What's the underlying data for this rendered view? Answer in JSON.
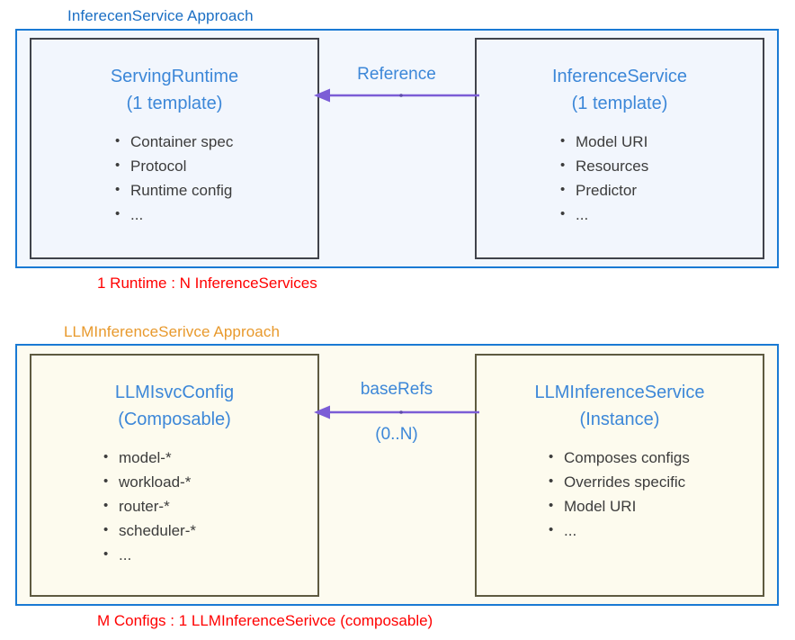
{
  "diagram": {
    "sections": [
      {
        "id": "inferenceservice-approach",
        "title": "InferecenService Approach",
        "title_color": "#1B6FC4",
        "frame_color": "#1A7AD4",
        "fill_color": "#F3F7FD",
        "left_box": {
          "name": "ServingRuntime",
          "subtitle": "(1 template)",
          "bullets": [
            "Container spec",
            "Protocol",
            "Runtime config",
            "..."
          ]
        },
        "right_box": {
          "name": "InferenceService",
          "subtitle": "(1 template)",
          "bullets": [
            "Model URI",
            "Resources",
            "Predictor",
            "..."
          ]
        },
        "relation": {
          "label": "Reference",
          "cardinality": "",
          "direction": "right-to-left",
          "color": "#7B5DD6"
        },
        "caption": "1 Runtime : N InferenceServices",
        "caption_color": "#FF0000"
      },
      {
        "id": "llminferenceservice-approach",
        "title": "LLMInferenceSerivce Approach",
        "title_color": "#E8992C",
        "frame_color": "#1A7AD4",
        "fill_color": "#FDFBF0",
        "left_box": {
          "name": "LLMIsvcConfig",
          "subtitle": "(Composable)",
          "bullets": [
            "model-*",
            "workload-*",
            "router-*",
            "scheduler-*",
            "..."
          ]
        },
        "right_box": {
          "name": "LLMInferenceService",
          "subtitle": "(Instance)",
          "bullets": [
            "Composes configs",
            "Overrides specific",
            "Model URI",
            "..."
          ]
        },
        "relation": {
          "label": "baseRefs",
          "cardinality": "(0..N)",
          "direction": "right-to-left",
          "color": "#7B5DD6"
        },
        "caption": "M Configs : 1 LLMInferenceSerivce (composable)",
        "caption_color": "#FF0000"
      }
    ],
    "colors": {
      "entity_title": "#3C87D8",
      "bullet_text": "#3C3C3C",
      "arrow": "#7B5DD6",
      "blue_box_border": "#40434B",
      "blue_box_fill": "#F2F6FD",
      "cream_box_border": "#5E5A40",
      "cream_box_fill": "#FDFBEE"
    }
  }
}
